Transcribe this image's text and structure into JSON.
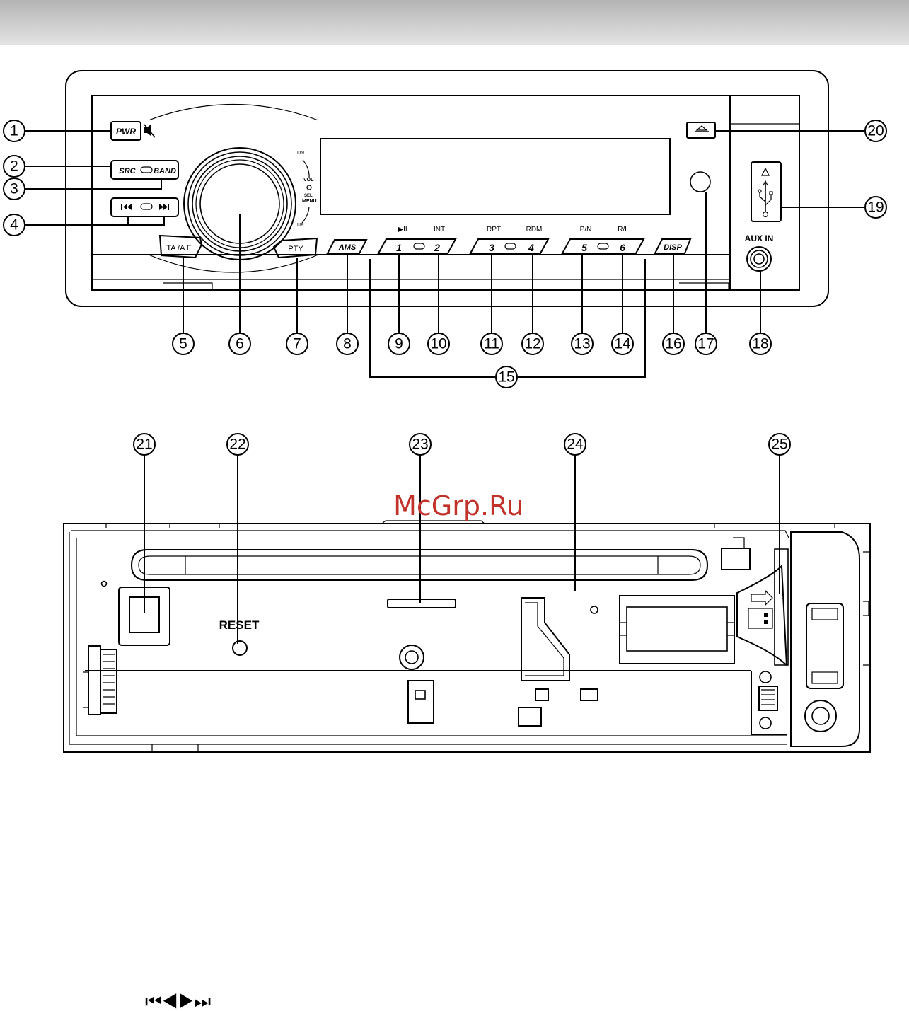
{
  "header": {
    "gradient_from": "#b4b4b4",
    "gradient_to": "#e4e4e4"
  },
  "front_panel": {
    "buttons": {
      "pwr": "PWR",
      "src": "SRC",
      "band": "BAND",
      "ta_af": "TA /A F",
      "pty": "PTY",
      "ams": "AMS",
      "preset_1": "1",
      "preset_2": "2",
      "preset_3": "3",
      "preset_4": "4",
      "preset_5": "5",
      "preset_6": "6",
      "disp": "DISP",
      "aux_in": "AUX IN"
    },
    "labels": {
      "play_pause": "▶II",
      "int": "INT",
      "rpt": "RPT",
      "rdm": "RDM",
      "pn": "P/N",
      "rl": "R/L",
      "dn": "DN",
      "vol": "VOL",
      "sel": "SEL",
      "menu": "MENU",
      "up": "UP"
    },
    "icons": {
      "mute": "mute-icon",
      "prev": "prev-track-icon",
      "next": "next-track-icon",
      "eject": "eject-icon",
      "usb": "usb-icon"
    }
  },
  "callouts": [
    "1",
    "2",
    "3",
    "4",
    "5",
    "6",
    "7",
    "8",
    "9",
    "10",
    "11",
    "12",
    "13",
    "14",
    "15",
    "16",
    "17",
    "18",
    "19",
    "20",
    "21",
    "22",
    "23",
    "24",
    "25"
  ],
  "rear_panel": {
    "reset_label": "RESET"
  },
  "watermark": "McGrp.Ru",
  "footer_glyphs": "⏮◀▶⏭"
}
